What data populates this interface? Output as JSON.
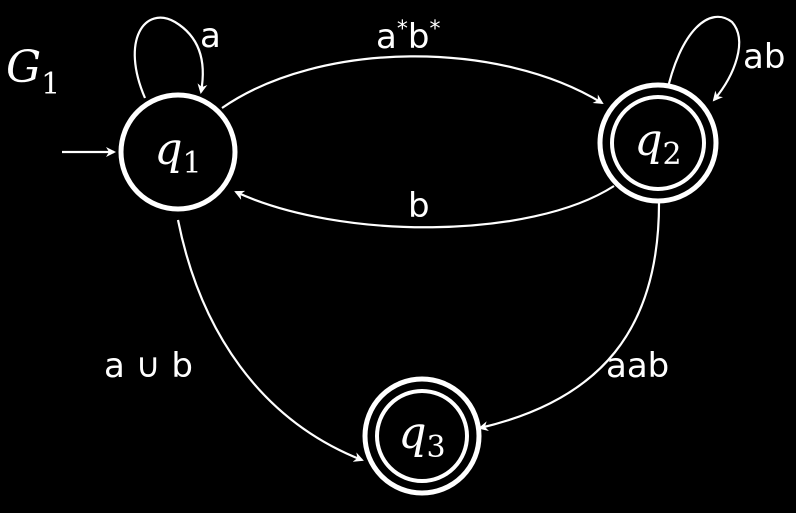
{
  "graph": {
    "name": {
      "base": "G",
      "sub": "1"
    },
    "colors": {
      "background": "#000000",
      "foreground": "#ffffff"
    },
    "states": [
      {
        "id": "q1",
        "base": "q",
        "sub": "1",
        "start": true,
        "accept": false
      },
      {
        "id": "q2",
        "base": "q",
        "sub": "2",
        "start": false,
        "accept": true
      },
      {
        "id": "q3",
        "base": "q",
        "sub": "3",
        "start": false,
        "accept": true
      }
    ],
    "transitions": [
      {
        "from": "q1",
        "to": "q1",
        "label": "a"
      },
      {
        "from": "q1",
        "to": "q2",
        "label_parts": [
          "a",
          "*",
          "b",
          "*"
        ]
      },
      {
        "from": "q2",
        "to": "q2",
        "label": "ab"
      },
      {
        "from": "q2",
        "to": "q1",
        "label": "b"
      },
      {
        "from": "q1",
        "to": "q3",
        "label": "a ∪ b"
      },
      {
        "from": "q2",
        "to": "q3",
        "label": "aab"
      }
    ]
  }
}
